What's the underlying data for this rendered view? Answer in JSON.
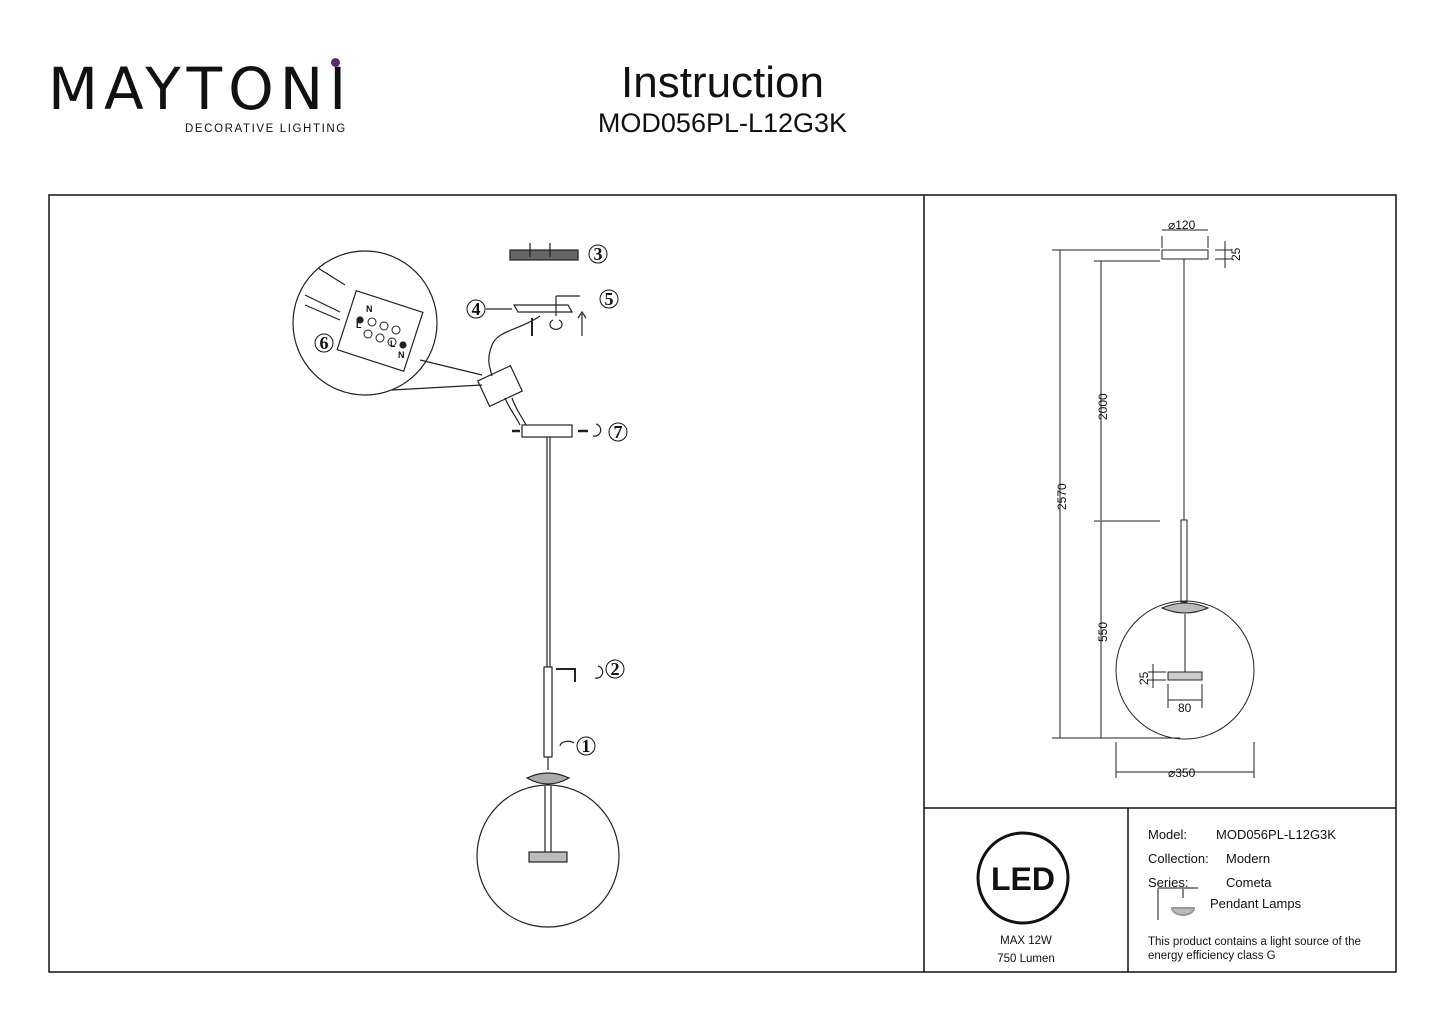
{
  "header": {
    "brand": "MAYTONI",
    "brand_sub": "DECORATIVE LIGHTING",
    "title": "Instruction",
    "model": "MOD056PL-L12G3K"
  },
  "assembly": {
    "steps": [
      "1",
      "2",
      "3",
      "4",
      "5",
      "6",
      "7"
    ],
    "terminal_labels": {
      "n": "N",
      "l": "L"
    }
  },
  "dimensions": {
    "canopy_diameter": "⌀120",
    "canopy_height": "25",
    "total_height": "2570",
    "cable_length": "2000",
    "lamp_height": "550",
    "module_height": "25",
    "module_width": "80",
    "globe_diameter": "⌀350"
  },
  "power": {
    "led_badge": "LED",
    "max": "MAX 12W",
    "lumen": "750 Lumen"
  },
  "specs": {
    "model_label": "Model:",
    "model_value": "MOD056PL-L12G3K",
    "collection_label": "Collection:",
    "collection_value": "Modern",
    "series_label": "Series:",
    "series_value": "Cometa",
    "type_value": "Pendant Lamps",
    "energy_line1": "This product contains a light source of the",
    "energy_line2": "energy efficiency class G"
  },
  "colors": {
    "logo_accent": "#5b2a6e"
  }
}
